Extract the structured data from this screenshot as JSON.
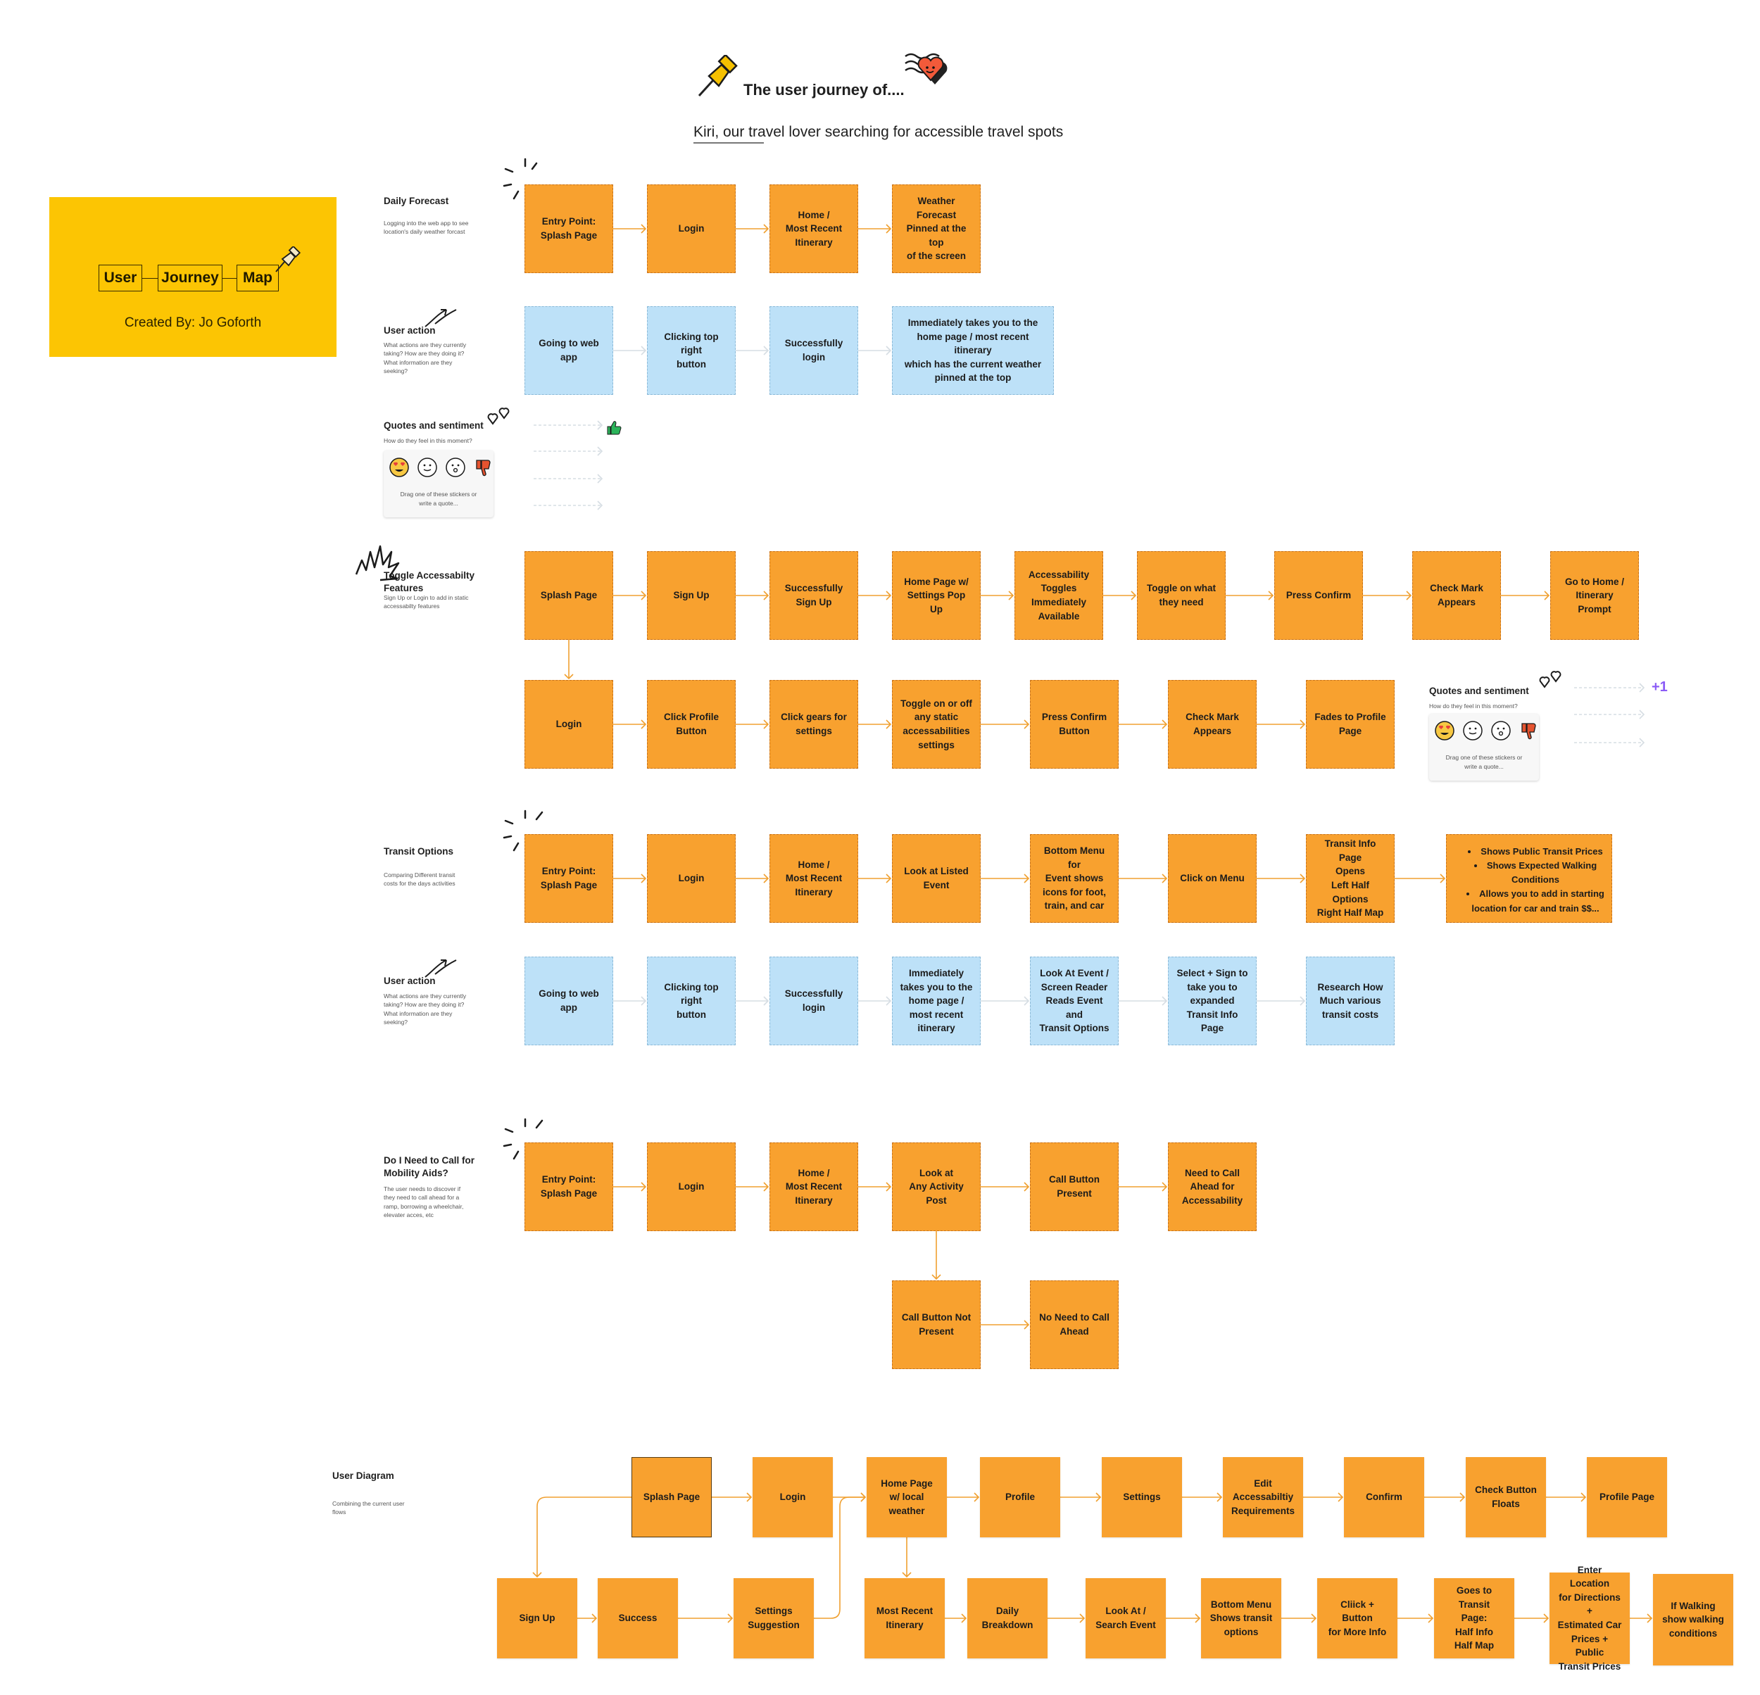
{
  "header": {
    "title": "The user journey of....",
    "subtitle": "Kiri, our travel lover searching for accessible travel spots"
  },
  "cover": {
    "words": [
      "User",
      "Journey",
      "Map"
    ],
    "created_by": "Created By: Jo Goforth"
  },
  "sections": {
    "daily": {
      "title": "Daily Forecast",
      "desc": "Logging into the web app to see\nlocation's daily weather forcast"
    },
    "action1": {
      "title": "User action",
      "desc": "What actions are they currently\ntaking? How are they doing it?\nWhat information are they\nseeking?"
    },
    "quotes1": {
      "title": "Quotes and sentiment",
      "desc": "How do they feel in this moment?",
      "hint": "Drag one of these stickers or\nwrite a quote..."
    },
    "toggle": {
      "title": "Toggle Accessabilty\nFeatures",
      "desc": "Sign Up or Login to add in static\naccessabilty features"
    },
    "quotes2": {
      "title": "Quotes and sentiment",
      "desc": "How do they feel in this moment?",
      "hint": "Drag one of these stickers or\nwrite a quote...",
      "badge": "+1"
    },
    "transit": {
      "title": "Transit Options",
      "desc": "Comparing Different transit\ncosts for the days activities"
    },
    "action2": {
      "title": "User action",
      "desc": "What actions are they currently\ntaking? How are they doing it?\nWhat information are they\nseeking?"
    },
    "mobility": {
      "title": "Do I Need to Call for\nMobility Aids?",
      "desc": "The user needs to discover if\nthey need to call ahead for a\nramp, borrowing a wheelchair,\nelevater acces, etc"
    },
    "diagram": {
      "title": "User Diagram",
      "desc": "Combining the current user\nflows"
    }
  },
  "transit_list": [
    "Shows Public Transit Prices",
    "Shows Expected Walking Conditions",
    "Allows you to add in starting location for car and train $$..."
  ],
  "nodes": [
    {
      "id": "d1",
      "row": "daily",
      "text": "Entry Point:\nSplash Page",
      "kind": "o"
    },
    {
      "id": "d2",
      "row": "daily",
      "text": "Login",
      "kind": "o"
    },
    {
      "id": "d3",
      "row": "daily",
      "text": "Home /\nMost Recent\nItinerary",
      "kind": "o"
    },
    {
      "id": "d4",
      "row": "daily",
      "text": "Weather\nForecast\nPinned at the top\nof the screen",
      "kind": "o"
    },
    {
      "id": "a1",
      "row": "action1",
      "text": "Going to web\napp",
      "kind": "b"
    },
    {
      "id": "a2",
      "row": "action1",
      "text": "Clicking top right\nbutton",
      "kind": "b"
    },
    {
      "id": "a3",
      "row": "action1",
      "text": "Successfully\nlogin",
      "kind": "b"
    },
    {
      "id": "a4",
      "row": "action1",
      "text": "Immediately takes you to the\nhome page / most recent itinerary\nwhich has the current weather\npinned at the top",
      "kind": "b"
    },
    {
      "id": "t1",
      "row": "toggle",
      "text": "Splash Page",
      "kind": "o"
    },
    {
      "id": "t2",
      "row": "toggle",
      "text": "Sign Up",
      "kind": "o"
    },
    {
      "id": "t3",
      "row": "toggle",
      "text": "Successfully\nSign Up",
      "kind": "o"
    },
    {
      "id": "t4",
      "row": "toggle",
      "text": "Home Page w/\nSettings Pop Up",
      "kind": "o"
    },
    {
      "id": "t5",
      "row": "toggle",
      "text": "Accessability\nToggles\nImmediately\nAvailable",
      "kind": "o"
    },
    {
      "id": "t6",
      "row": "toggle",
      "text": "Toggle on what\nthey need",
      "kind": "o"
    },
    {
      "id": "t7",
      "row": "toggle",
      "text": "Press Confirm",
      "kind": "o"
    },
    {
      "id": "t8",
      "row": "toggle",
      "text": "Check Mark\nAppears",
      "kind": "o"
    },
    {
      "id": "t9",
      "row": "toggle",
      "text": "Go to Home /\nItinerary Prompt",
      "kind": "o"
    },
    {
      "id": "u1",
      "row": "toggle2",
      "text": "Login",
      "kind": "o"
    },
    {
      "id": "u2",
      "row": "toggle2",
      "text": "Click Profile\nButton",
      "kind": "o"
    },
    {
      "id": "u3",
      "row": "toggle2",
      "text": "Click gears for\nsettings",
      "kind": "o"
    },
    {
      "id": "u4",
      "row": "toggle2",
      "text": "Toggle on or off\nany static\naccessabilities\nsettings",
      "kind": "o"
    },
    {
      "id": "u5",
      "row": "toggle2",
      "text": "Press Confirm\nButton",
      "kind": "o"
    },
    {
      "id": "u6",
      "row": "toggle2",
      "text": "Check Mark\nAppears",
      "kind": "o"
    },
    {
      "id": "u7",
      "row": "toggle2",
      "text": "Fades to Profile\nPage",
      "kind": "o"
    },
    {
      "id": "r1",
      "row": "transit",
      "text": "Entry Point:\nSplash Page",
      "kind": "o"
    },
    {
      "id": "r2",
      "row": "transit",
      "text": "Login",
      "kind": "o"
    },
    {
      "id": "r3",
      "row": "transit",
      "text": "Home /\nMost Recent\nItinerary",
      "kind": "o"
    },
    {
      "id": "r4",
      "row": "transit",
      "text": "Look at Listed\nEvent",
      "kind": "o"
    },
    {
      "id": "r5",
      "row": "transit",
      "text": "Bottom Menu for\nEvent shows\nicons for foot,\ntrain, and car",
      "kind": "o"
    },
    {
      "id": "r6",
      "row": "transit",
      "text": "Click on Menu",
      "kind": "o"
    },
    {
      "id": "r7",
      "row": "transit",
      "text": "Transit Info Page\nOpens\nLeft Half Options\nRight Half Map",
      "kind": "o"
    },
    {
      "id": "b1",
      "row": "action2",
      "text": "Going to web\napp",
      "kind": "b"
    },
    {
      "id": "b2",
      "row": "action2",
      "text": "Clicking top right\nbutton",
      "kind": "b"
    },
    {
      "id": "b3",
      "row": "action2",
      "text": "Successfully\nlogin",
      "kind": "b"
    },
    {
      "id": "b4",
      "row": "action2",
      "text": "Immediately\ntakes you to the\nhome page /\nmost recent\nitinerary",
      "kind": "b"
    },
    {
      "id": "b5",
      "row": "action2",
      "text": "Look At Event /\nScreen Reader\nReads Event and\nTransit Options",
      "kind": "b"
    },
    {
      "id": "b6",
      "row": "action2",
      "text": "Select + Sign to\ntake you to\nexpanded\nTransit Info Page",
      "kind": "b"
    },
    {
      "id": "b7",
      "row": "action2",
      "text": "Research How\nMuch various\ntransit costs",
      "kind": "b"
    },
    {
      "id": "m1",
      "row": "mobility",
      "text": "Entry Point:\nSplash Page",
      "kind": "o"
    },
    {
      "id": "m2",
      "row": "mobility",
      "text": "Login",
      "kind": "o"
    },
    {
      "id": "m3",
      "row": "mobility",
      "text": "Home /\nMost Recent\nItinerary",
      "kind": "o"
    },
    {
      "id": "m4",
      "row": "mobility",
      "text": "Look at\nAny Activity Post",
      "kind": "o"
    },
    {
      "id": "m5",
      "row": "mobility",
      "text": "Call Button\nPresent",
      "kind": "o"
    },
    {
      "id": "m6",
      "row": "mobility",
      "text": "Need to Call\nAhead for\nAccessability",
      "kind": "o"
    },
    {
      "id": "m7",
      "row": "mobility2",
      "text": "Call Button Not\nPresent",
      "kind": "o"
    },
    {
      "id": "m8",
      "row": "mobility2",
      "text": "No Need to Call\nAhead",
      "kind": "o"
    },
    {
      "id": "g1",
      "row": "diagram",
      "text": "Splash Page",
      "kind": "s"
    },
    {
      "id": "g2",
      "row": "diagram",
      "text": "Login",
      "kind": "s"
    },
    {
      "id": "g3",
      "row": "diagram",
      "text": "Home Page\nw/ local\nweather",
      "kind": "s"
    },
    {
      "id": "g4",
      "row": "diagram",
      "text": "Profile",
      "kind": "s"
    },
    {
      "id": "g5",
      "row": "diagram",
      "text": "Settings",
      "kind": "s"
    },
    {
      "id": "g6",
      "row": "diagram",
      "text": "Edit\nAccessabiltiy\nRequirements",
      "kind": "s"
    },
    {
      "id": "g7",
      "row": "diagram",
      "text": "Confirm",
      "kind": "s"
    },
    {
      "id": "g8",
      "row": "diagram",
      "text": "Check Button\nFloats",
      "kind": "s"
    },
    {
      "id": "g9",
      "row": "diagram",
      "text": "Profile Page",
      "kind": "s"
    },
    {
      "id": "h1",
      "row": "diagram2",
      "text": "Sign Up",
      "kind": "s"
    },
    {
      "id": "h2",
      "row": "diagram2",
      "text": "Success",
      "kind": "s"
    },
    {
      "id": "h3",
      "row": "diagram2",
      "text": "Settings\nSuggestion",
      "kind": "s"
    },
    {
      "id": "h4",
      "row": "diagram2",
      "text": "Most Recent\nItinerary",
      "kind": "s"
    },
    {
      "id": "h5",
      "row": "diagram2",
      "text": "Daily\nBreakdown",
      "kind": "s"
    },
    {
      "id": "h6",
      "row": "diagram2",
      "text": "Look At /\nSearch Event",
      "kind": "s"
    },
    {
      "id": "h7",
      "row": "diagram2",
      "text": "Bottom Menu\nShows transit\noptions",
      "kind": "s"
    },
    {
      "id": "h8",
      "row": "diagram2",
      "text": "Cliick + Button\nfor More Info",
      "kind": "s"
    },
    {
      "id": "h9",
      "row": "diagram2",
      "text": "Goes to Transit\nPage:\nHalf Info\nHalf Map",
      "kind": "s"
    },
    {
      "id": "h10",
      "row": "diagram2",
      "text": "Enter Location\nfor Directions +\nEstimated Car\nPrices + Public\nTransit Prices",
      "kind": "s"
    },
    {
      "id": "h11",
      "row": "diagram2",
      "text": "If Walking\nshow walking\nconditions",
      "kind": "s"
    }
  ],
  "colors": {
    "orange": "#f8a12f",
    "blue": "#bde1f8",
    "yellow_cover": "#fcc503",
    "arrow": "#f0a030",
    "arrow_gray": "#d6dde3"
  },
  "icons": [
    "pushpin-icon",
    "heart-stamp-icon",
    "thumbs-up-icon",
    "thumbs-down-icon",
    "heart-eyes-emoji-icon",
    "neutral-face-icon",
    "surprised-face-icon",
    "sparkle-burst-icon",
    "swirl-arrow-icon",
    "hearts-doodle-icon",
    "zigzag-burst-icon"
  ]
}
